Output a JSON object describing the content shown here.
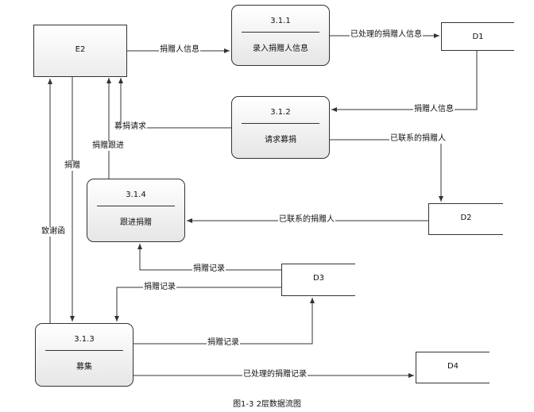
{
  "external_entity": {
    "id": "E2"
  },
  "processes": [
    {
      "key": "p311",
      "id": "3.1.1",
      "name": "录入捐赠人信息"
    },
    {
      "key": "p312",
      "id": "3.1.2",
      "name": "请求募捐"
    },
    {
      "key": "p313",
      "id": "3.1.3",
      "name": "募集"
    },
    {
      "key": "p314",
      "id": "3.1.4",
      "name": "跟进捐赠"
    }
  ],
  "data_stores": [
    {
      "key": "d1",
      "id": "D1"
    },
    {
      "key": "d2",
      "id": "D2"
    },
    {
      "key": "d3",
      "id": "D3"
    },
    {
      "key": "d4",
      "id": "D4"
    }
  ],
  "flows": [
    {
      "key": "f1",
      "from": "E2",
      "to": "3.1.1",
      "label": "捐赠人信息"
    },
    {
      "key": "f2",
      "from": "3.1.1",
      "to": "D1",
      "label": "已处理的捐赠人信息"
    },
    {
      "key": "f3",
      "from": "D1",
      "to": "3.1.2",
      "label": "捐赠人信息"
    },
    {
      "key": "f4",
      "from": "3.1.2",
      "to": "E2",
      "label": "募捐请求"
    },
    {
      "key": "f5",
      "from": "3.1.2",
      "to": "D2",
      "label": "已联系的捐赠人"
    },
    {
      "key": "f6",
      "from": "D2",
      "to": "3.1.4",
      "label": "已联系的捐赠人"
    },
    {
      "key": "f7",
      "from": "3.1.4",
      "to": "E2",
      "label": "捐赠跟进"
    },
    {
      "key": "f8",
      "from": "E2",
      "to": "3.1.3",
      "label": "捐赠"
    },
    {
      "key": "f9",
      "from": "3.1.3",
      "to": "E2",
      "label": "致谢函"
    },
    {
      "key": "f10",
      "from": "D3",
      "to": "3.1.4",
      "label": "捐赠记录"
    },
    {
      "key": "f11",
      "from": "D3",
      "to": "3.1.3",
      "label": "捐赠记录"
    },
    {
      "key": "f12",
      "from": "3.1.3",
      "to": "D3",
      "label": "捐赠记录"
    },
    {
      "key": "f13",
      "from": "3.1.3",
      "to": "D4",
      "label": "已处理的捐赠记录"
    }
  ],
  "caption": "图1-3  2层数据流图"
}
